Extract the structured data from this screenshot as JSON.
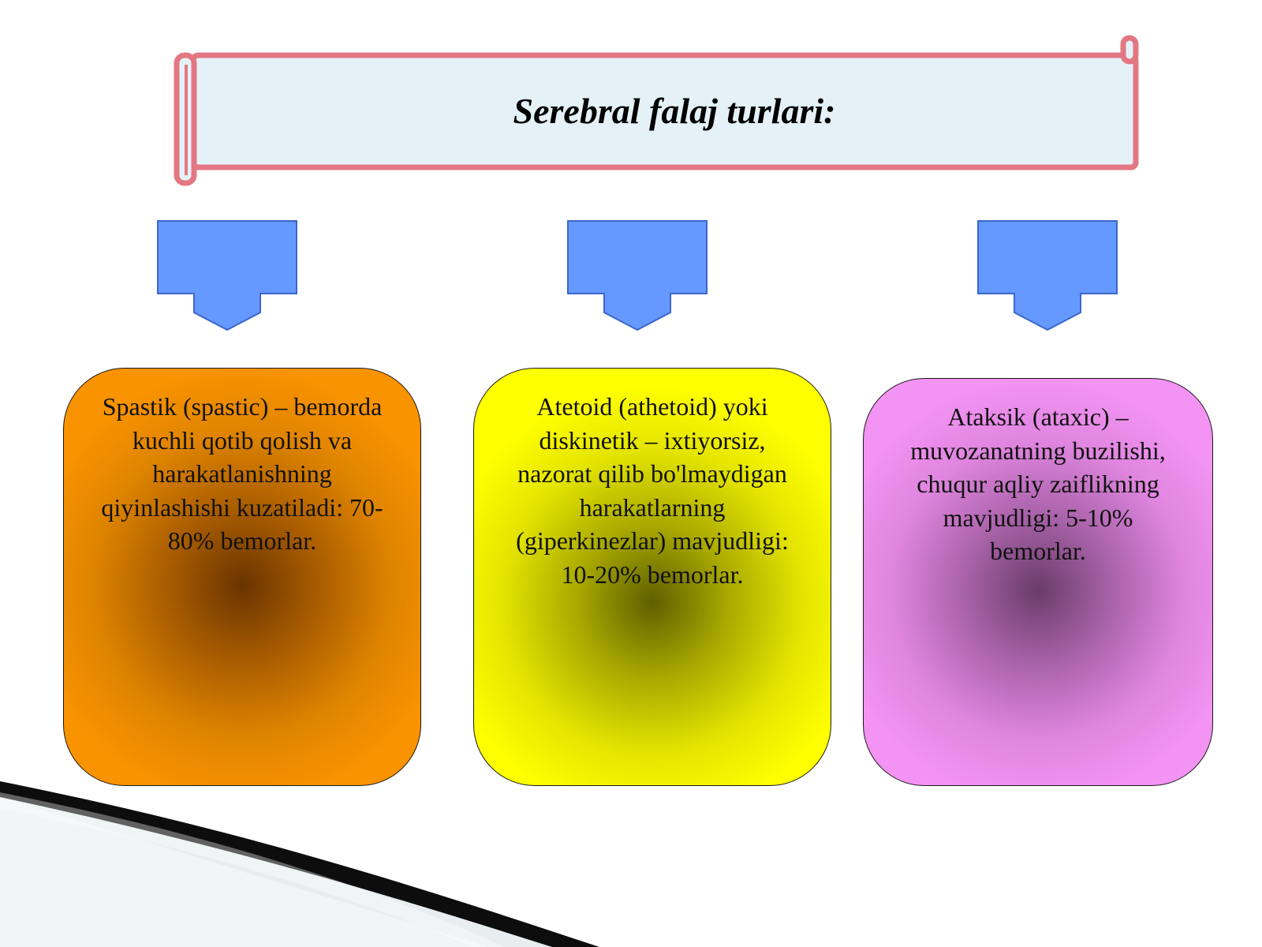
{
  "slide": {
    "title": "Serebral falaj turlari:"
  },
  "types": [
    {
      "text_lines": [
        "Spastik (spastic) – bemorda",
        "kuchli qotib qolish va",
        "harakatlanishning",
        "qiyinlashishi kuzatiladi: 70-",
        "80% bemorlar."
      ],
      "color": "#f99300"
    },
    {
      "text_lines": [
        "Atetoid (athetoid) yoki",
        "diskinetik – ixtiyorsiz,",
        "nazorat qilib bo'lmaydigan",
        "harakatlarning",
        "(giperkinezlar) mavjudligi:",
        "10-20% bemorlar."
      ],
      "color": "#ffff00"
    },
    {
      "text_lines": [
        "Ataksik (ataxic) –",
        "muvozanatning buzilishi,",
        "chuqur aqliy zaiflikning",
        "mavjudligi: 5-10%",
        "bemorlar."
      ],
      "color": "#f393f3"
    }
  ],
  "colors": {
    "banner_fill": "#e4f2f8",
    "banner_border": "#e37783",
    "arrow_fill": "#6699ff",
    "arrow_stroke": "#3a66cc"
  }
}
